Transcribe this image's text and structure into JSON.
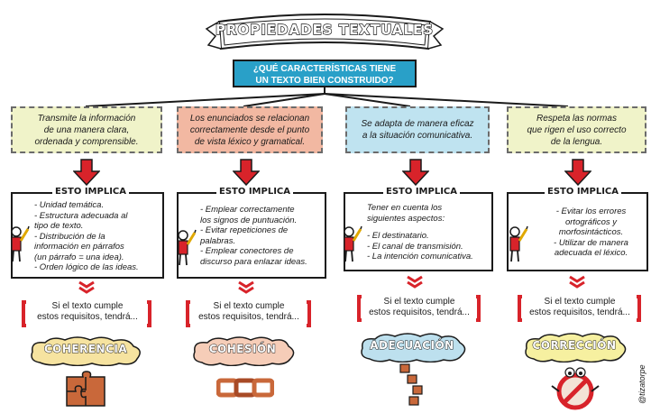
{
  "title": "PROPIEDADES TEXTUALES",
  "question": [
    "¿QUÉ CARACTERÍSTICAS TIENE",
    "UN TEXTO BIEN CONSTRUIDO?"
  ],
  "implica_label": "ESTO IMPLICA",
  "condition": [
    "Si el texto cumple",
    "estos requisitos, tendrá..."
  ],
  "signature": "@tizatorpe",
  "colors": {
    "question_bg": "#29a0c8",
    "arrow_red": "#d8232a",
    "col1_bg": "#f0f3c9",
    "col2_bg": "#f2b8a2",
    "col3_bg": "#bfe3f0",
    "col4_bg": "#f0f3c9",
    "cloud1": "#f6e3a0",
    "cloud2": "#f6cdb8",
    "cloud3": "#bde0ee",
    "cloud4": "#f6f0a0"
  },
  "columns": [
    {
      "top_lines": [
        "Transmite la información",
        "de una manera clara,",
        "ordenada y comprensible."
      ],
      "implica": [
        "- Unidad temática.",
        "- Estructura adecuada al",
        "tipo de texto.",
        "- Distribución de la",
        "información en párrafos",
        "(un párrafo = una idea).",
        "- Orden lógico de las ideas."
      ],
      "property": "COHERENCIA",
      "icon": "puzzle-icon"
    },
    {
      "top_lines": [
        "Los enunciados se relacionan",
        "correctamente desde el punto",
        "de vista léxico y gramatical."
      ],
      "implica": [
        "- Emplear correctamente",
        "los signos de puntuación.",
        "- Evitar repeticiones de",
        "palabras.",
        "- Emplear conectores de",
        "discurso para enlazar ideas."
      ],
      "property": "COHESIÓN",
      "icon": "chain-icon"
    },
    {
      "top_lines": [
        "Se adapta de manera eficaz",
        "a la situación comunicativa."
      ],
      "implica": [
        "Tener en cuenta los",
        "siguientes aspectos:",
        "",
        "- El destinatario.",
        "- El canal de transmisión.",
        "- La intención comunicativa."
      ],
      "property": "ADECUACIÓN",
      "icon": "steps-icon"
    },
    {
      "top_lines": [
        "Respeta las normas",
        "que rigen el uso correcto",
        "de la lengua."
      ],
      "implica": [
        "- Evitar los errores",
        "ortográficos y",
        "morfosintácticos.",
        "- Utilizar de manera",
        "adecuada el léxico."
      ],
      "property": "CORRECCIÓN",
      "icon": "no-sign-icon"
    }
  ]
}
